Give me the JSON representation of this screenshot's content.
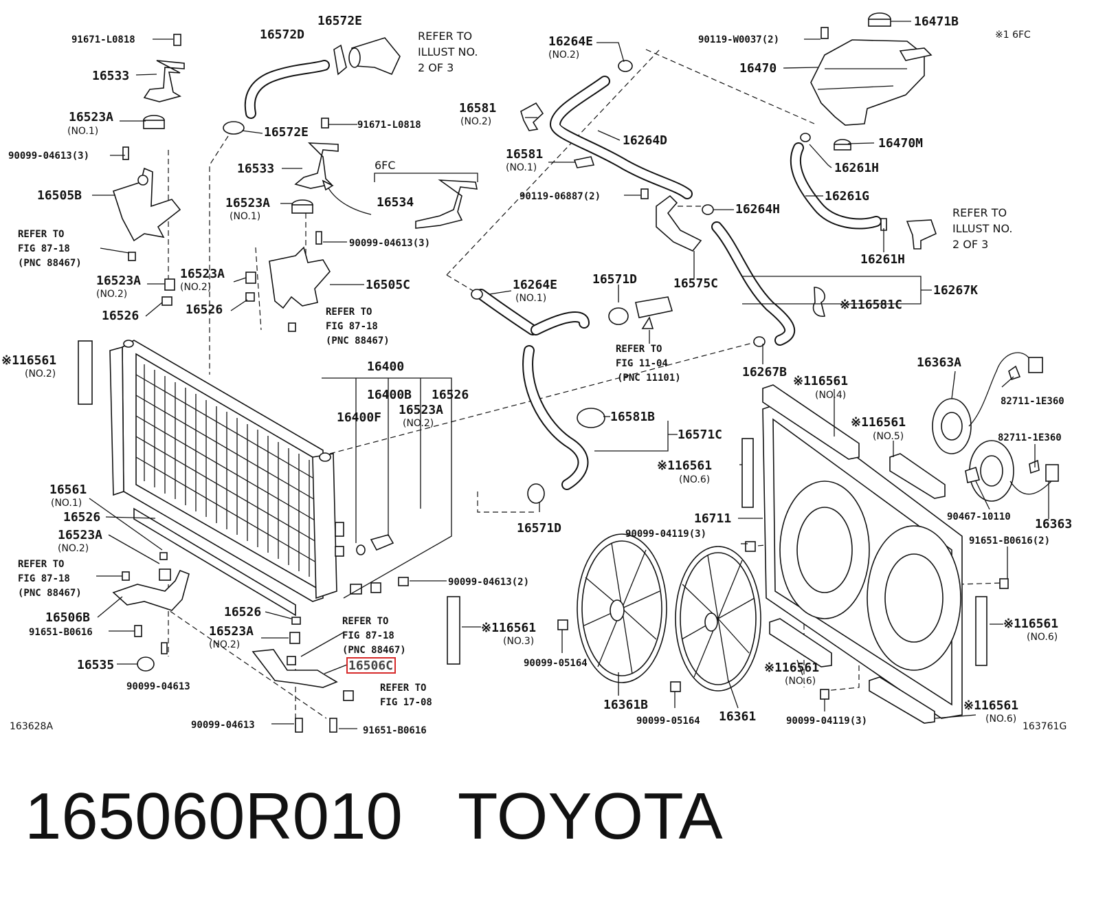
{
  "labels": {
    "p91671_a": "91671-L0818",
    "p16533_a": "16533",
    "p16523A_a": "16523A",
    "no1_a": "(NO.1)",
    "p90099_04613_3a": "90099-04613(3)",
    "p16505B": "16505B",
    "refer_a1": "REFER TO",
    "refer_a2": "FIG 87-18",
    "refer_a3": "(PNC 88467)",
    "p16523A_b": "16523A",
    "no2_b": "(NO.2)",
    "p16526_a": "16526",
    "p16572D": "16572D",
    "p16572E_a": "16572E",
    "p16572E_b": "16572E",
    "refer_b1": "REFER TO",
    "refer_b2": "ILLUST NO.",
    "refer_b3": "2 OF 3",
    "p91671_b": "91671-L0818",
    "p16533_b": "16533",
    "p6FC": "6FC",
    "p16534": "16534",
    "p16523A_c": "16523A",
    "no1_c": "(NO.1)",
    "p90099_04613_3b": "90099-04613(3)",
    "p16523A_d": "16523A",
    "no2_d": "(NO.2)",
    "p16505C": "16505C",
    "p16526_b": "16526",
    "refer_c1": "REFER TO",
    "refer_c2": "FIG 87-18",
    "refer_c3": "(PNC 88467)",
    "p16264E_a": "16264E",
    "no2_e": "(NO.2)",
    "p16581_a": "16581",
    "no2_f": "(NO.2)",
    "p16264D": "16264D",
    "p16581_b": "16581",
    "no1_g": "(NO.1)",
    "p90119_06887": "90119-06887(2)",
    "p16264H": "16264H",
    "p16575C": "16575C",
    "p16264E_b": "16264E",
    "no1_h": "(NO.1)",
    "p16571D_a": "16571D",
    "refer_d1": "REFER TO",
    "refer_d2": "FIG 11-04",
    "refer_d3": "(PNC 11101)",
    "p90119_W0037": "90119-W0037(2)",
    "p16471B": "16471B",
    "p16470": "16470",
    "p16470M": "16470M",
    "p16261H_a": "16261H",
    "p16261G": "16261G",
    "p16261H_b": "16261H",
    "refer_e1": "REFER TO",
    "refer_e2": "ILLUST NO.",
    "refer_e3": "2 OF 3",
    "p16267K": "16267K",
    "p16581C": "※116581C",
    "p16267B": "16267B",
    "note_6fc": "※1 6FC",
    "p16561_no2": "※116561",
    "no2_i": "(NO.2)",
    "p16400": "16400",
    "p16400B": "16400B",
    "p16526_c": "16526",
    "p16400F": "16400F",
    "p16523A_e": "16523A",
    "no2_j": "(NO.2)",
    "p16581B": "16581B",
    "p16571C": "16571C",
    "p16571D_b": "16571D",
    "p16561_no4": "※116561",
    "no4": "(NO.4)",
    "p16561_no5": "※116561",
    "no5": "(NO.5)",
    "p16561_no6a": "※116561",
    "no6a": "(NO.6)",
    "p16363A": "16363A",
    "p82711_a": "82711-1E360",
    "p82711_b": "82711-1E360",
    "p90467": "90467-10110",
    "p16363": "16363",
    "p16711": "16711",
    "p90099_04119_a": "90099-04119(3)",
    "p91651_B0616_2": "91651-B0616(2)",
    "p16561_no1": "16561",
    "no1_k": "(NO.1)",
    "p16526_d": "16526",
    "p16523A_f": "16523A",
    "no2_k": "(NO.2)",
    "refer_f1": "REFER TO",
    "refer_f2": "FIG 87-18",
    "refer_f3": "(PNC 88467)",
    "p16506B": "16506B",
    "p91651_B0616_a": "91651-B0616",
    "p16535": "16535",
    "p90099_04613_a": "90099-04613",
    "p16526_e": "16526",
    "p16523A_g": "16523A",
    "no2_l": "(NO.2)",
    "refer_g1": "REFER TO",
    "refer_g2": "FIG 87-18",
    "refer_g3": "(PNC 88467)",
    "p16506C": "16506C",
    "refer_h1": "REFER TO",
    "refer_h2": "FIG 17-08",
    "p90099_04613_b": "90099-04613",
    "p91651_B0616_b": "91651-B0616",
    "p90099_04613_2": "90099-04613(2)",
    "p16561_no3": "※116561",
    "no3": "(NO.3)",
    "p90099_05164_a": "90099-05164",
    "p16361B": "16361B",
    "p90099_05164_b": "90099-05164",
    "p16361": "16361",
    "p16561_no6b": "※116561",
    "no6b": "(NO.6)",
    "p90099_04119_b": "90099-04119(3)",
    "p16561_no6c": "※116561",
    "no6c": "(NO.6)",
    "p16561_no6d": "※116561",
    "no6d": "(NO.6)",
    "code_left": "163628A",
    "code_right": "163761G"
  },
  "footer": {
    "part_number": "165060R010",
    "brand": "TOYOTA"
  },
  "highlight_color": "#d62828"
}
